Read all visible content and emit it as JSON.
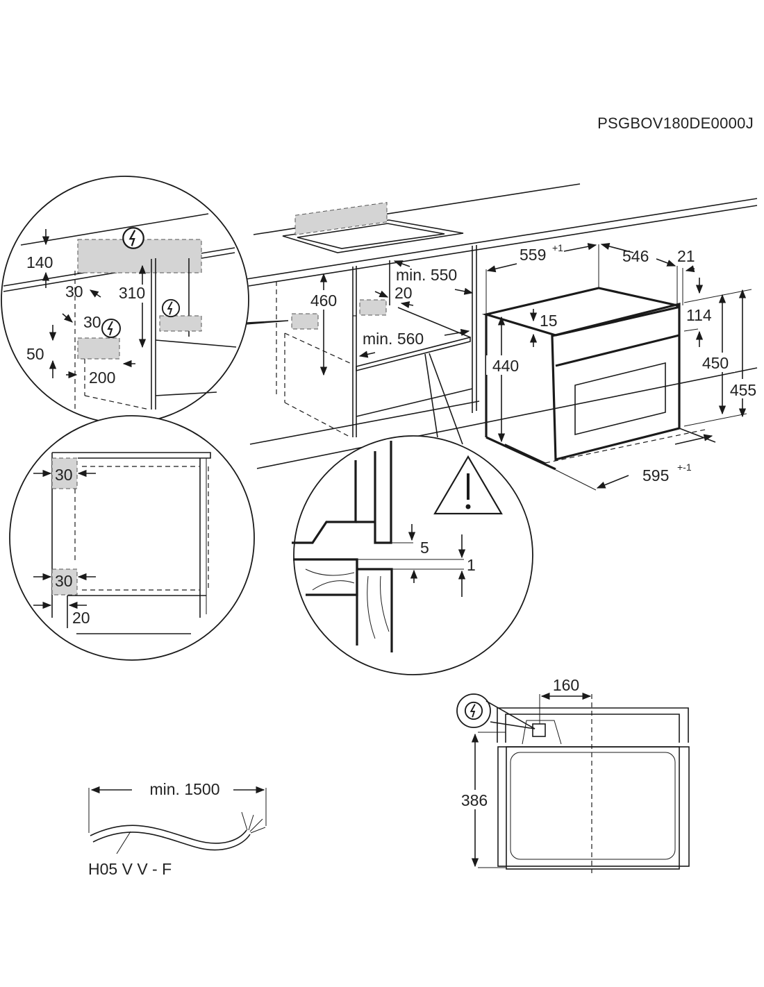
{
  "model_code": "PSGBOV180DE0000J",
  "colors": {
    "line": "#1a1a1a",
    "zone_fill": "#d4d4d4",
    "background": "#ffffff"
  },
  "icons": {
    "electric": "electric-hazard-icon",
    "warning": "warning-triangle-icon"
  },
  "detail_top_left": {
    "labels": {
      "d140": "140",
      "d30a": "30",
      "d310": "310",
      "d30b": "30",
      "d50": "50",
      "d200": "200"
    }
  },
  "cabinet": {
    "labels": {
      "d460": "460",
      "min550": "min. 550",
      "d20": "20",
      "min560": "min. 560"
    }
  },
  "oven": {
    "labels": {
      "d559": "559",
      "d559_tol": "+1",
      "d546": "546",
      "d21": "21",
      "d15": "15",
      "d114": "114",
      "d440": "440",
      "d450": "450",
      "d455": "455",
      "d595": "595",
      "d595_tol": "+-1"
    }
  },
  "detail_side": {
    "labels": {
      "d30_top": "30",
      "d30_bottom": "30",
      "d20": "20"
    }
  },
  "detail_gap": {
    "labels": {
      "d5": "5",
      "d1": "1"
    }
  },
  "front_view": {
    "labels": {
      "d160": "160",
      "d386": "386"
    }
  },
  "cable": {
    "labels": {
      "min1500": "min. 1500",
      "type": "H05 V V - F"
    }
  }
}
